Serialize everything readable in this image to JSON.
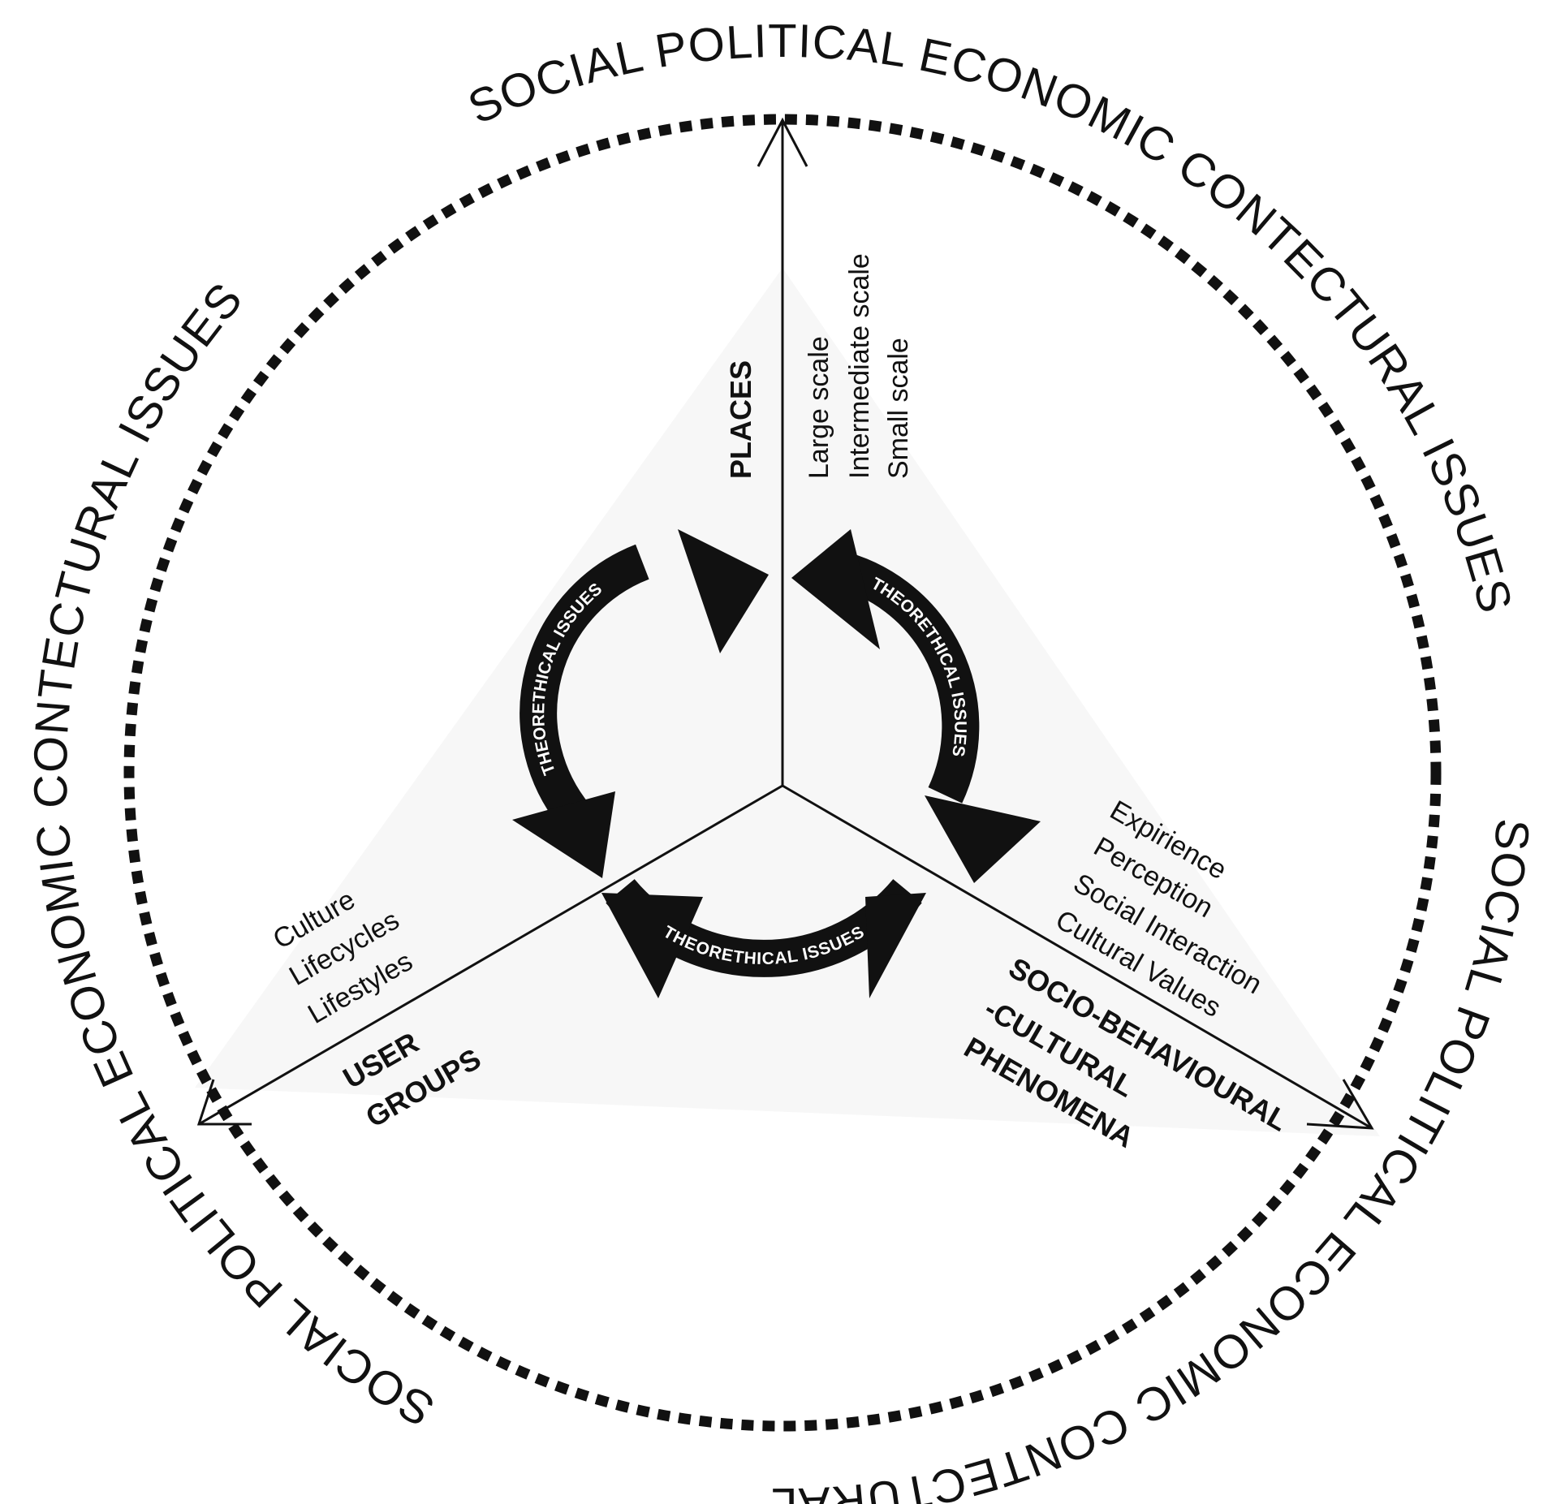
{
  "context_ring": {
    "labels": [
      "SOCIAL POLITICAL ECONOMIC CONTECTURAL ISSUES",
      "SOCIAL POLITICAL ECONOMIC CONTECTURAL ISSUES",
      "SOCIAL POLITICAL ECONOMIC CONTECTURAL ISSUES"
    ],
    "color": "#111111"
  },
  "axes": {
    "places": {
      "title": "PLACES",
      "items": [
        "Large scale",
        "Intermediate scale",
        "Small scale"
      ]
    },
    "user_groups": {
      "title_lines": [
        "USER",
        "GROUPS"
      ],
      "items": [
        "Culture",
        "Lifecycles",
        "Lifestyles"
      ]
    },
    "phenomena": {
      "title_lines": [
        "SOCIO-BEHAVIOURAL",
        "-CULTURAL",
        "PHENOMENA"
      ],
      "items": [
        "Expirience",
        "Perception",
        "Social Interaction",
        "Cultural Values"
      ]
    }
  },
  "cycle_arrows": {
    "labels": [
      "THEORETHICAL ISSUES",
      "THEORETHICAL ISSUES",
      "THEORETHICAL ISSUES"
    ],
    "color": "#111111"
  }
}
